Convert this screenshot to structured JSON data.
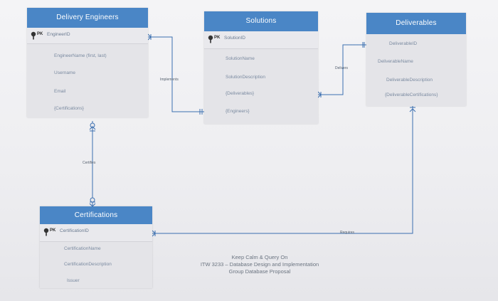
{
  "entities": {
    "engineers": {
      "title": "Delivery Engineers",
      "pk_tag": "PK",
      "pk_attr": "EngineerID",
      "attrs": [
        "EngineerName (first, last)",
        "Username",
        "Email",
        "{Certifications}"
      ]
    },
    "solutions": {
      "title": "Solutions",
      "pk_tag": "PK",
      "pk_attr": "SolutionID",
      "attrs": [
        "SolutionName",
        "SolutionDescription",
        "{Deliverables}",
        "{Engineers}"
      ]
    },
    "deliverables": {
      "title": "Deliverables",
      "attrs": [
        "DeliverableID",
        "DeliverableName",
        "DeliverableDescription",
        "{DeliverableCertifications}"
      ]
    },
    "certifications": {
      "title": "Certifications",
      "pk_tag": "PK",
      "pk_attr": "CertificationID",
      "attrs": [
        "CertificationName",
        "CertificationDescription",
        "Issuer"
      ]
    }
  },
  "relationships": {
    "implements": "Implements",
    "delivers": "Delivers",
    "certifies": "Certifies",
    "requires": "Requires"
  },
  "caption": {
    "line1": "Keep Calm & Query On",
    "line2": "ITW 3233 – Database Design and Implementation",
    "line3": "Group Database Proposal"
  },
  "colors": {
    "header": "#4a86c6",
    "entity_body": "#e4e4e8",
    "connector": "#3b6fb0"
  }
}
